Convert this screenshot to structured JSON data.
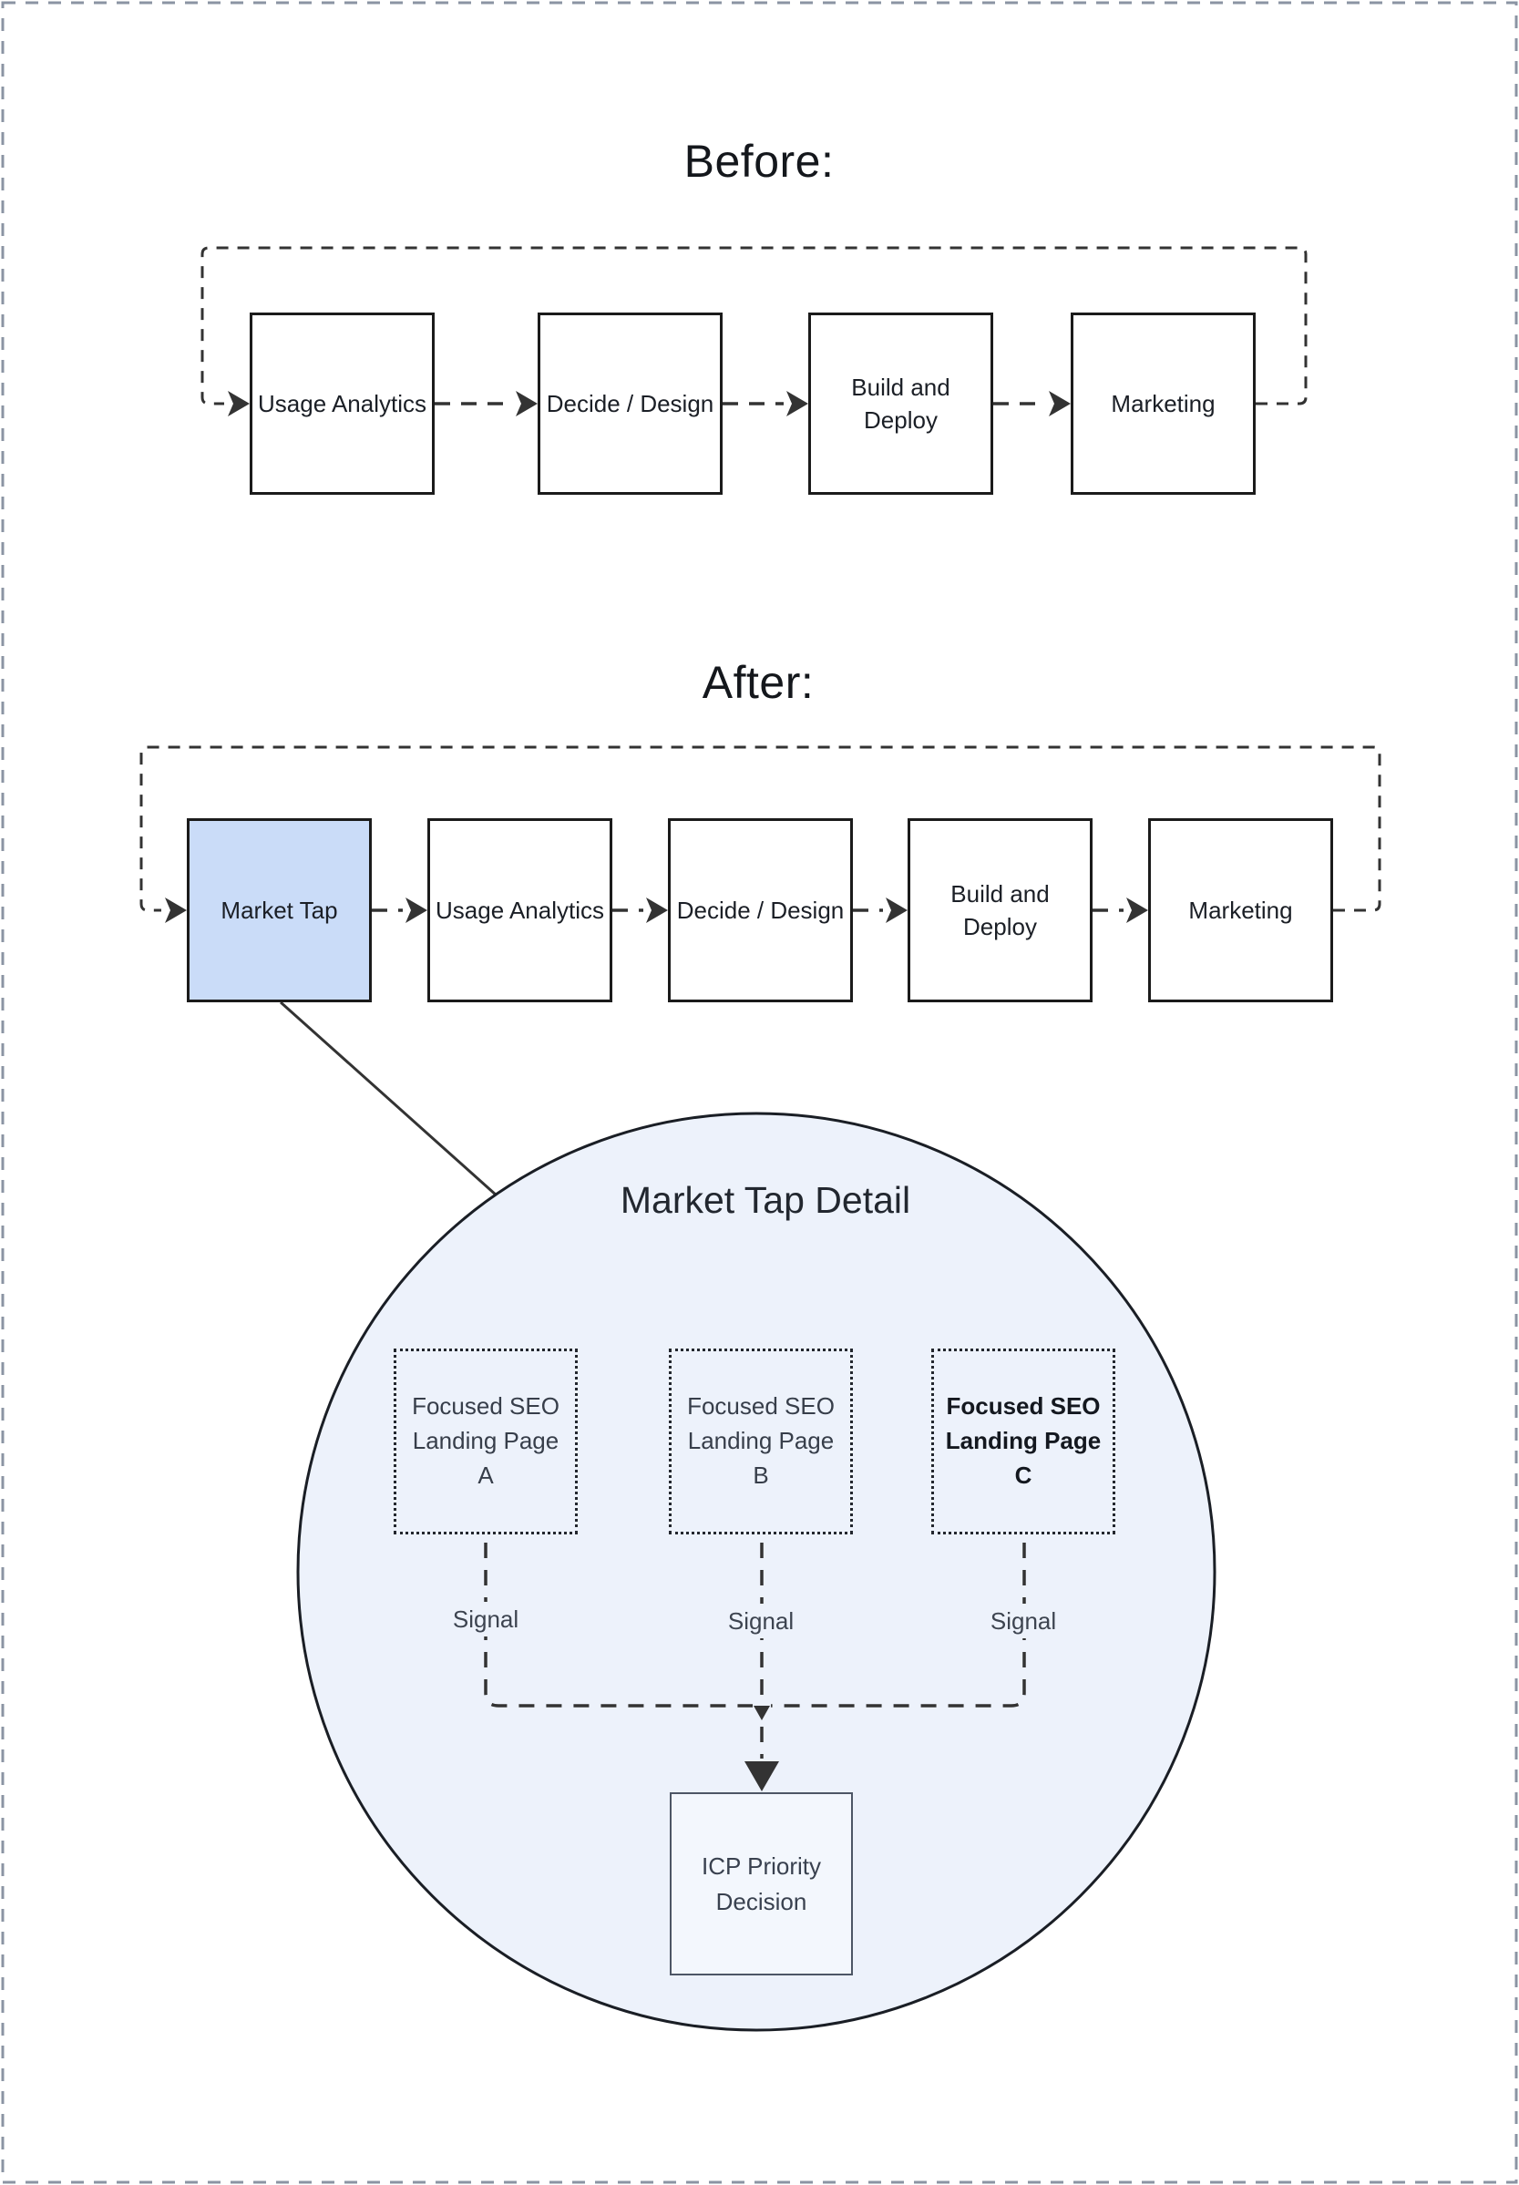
{
  "before": {
    "title": "Before:",
    "nodes": [
      {
        "label": "Usage Analytics"
      },
      {
        "label": "Decide / Design"
      },
      {
        "label": "Build and Deploy"
      },
      {
        "label": "Marketing"
      }
    ]
  },
  "after": {
    "title": "After:",
    "nodes": [
      {
        "label": "Market Tap"
      },
      {
        "label": "Usage Analytics"
      },
      {
        "label": "Decide / Design"
      },
      {
        "label": "Build and Deploy"
      },
      {
        "label": "Marketing"
      }
    ]
  },
  "detail": {
    "title": "Market Tap Detail",
    "landing_pages": [
      {
        "label": "Focused SEO Landing Page A"
      },
      {
        "label": "Focused SEO Landing Page B"
      },
      {
        "label": "Focused SEO Landing Page C"
      }
    ],
    "signal_labels": [
      {
        "label": "Signal"
      },
      {
        "label": "Signal"
      },
      {
        "label": "Signal"
      }
    ],
    "decision": {
      "label": "ICP Priority Decision"
    }
  },
  "colors": {
    "highlight_node_fill": "#cadcf8",
    "detail_circle_fill": "#edf2fb",
    "decision_box_fill": "#f3f7fd",
    "connector": "#333333",
    "node_border": "#1b1b1b",
    "page_border": "#8b94a3"
  }
}
